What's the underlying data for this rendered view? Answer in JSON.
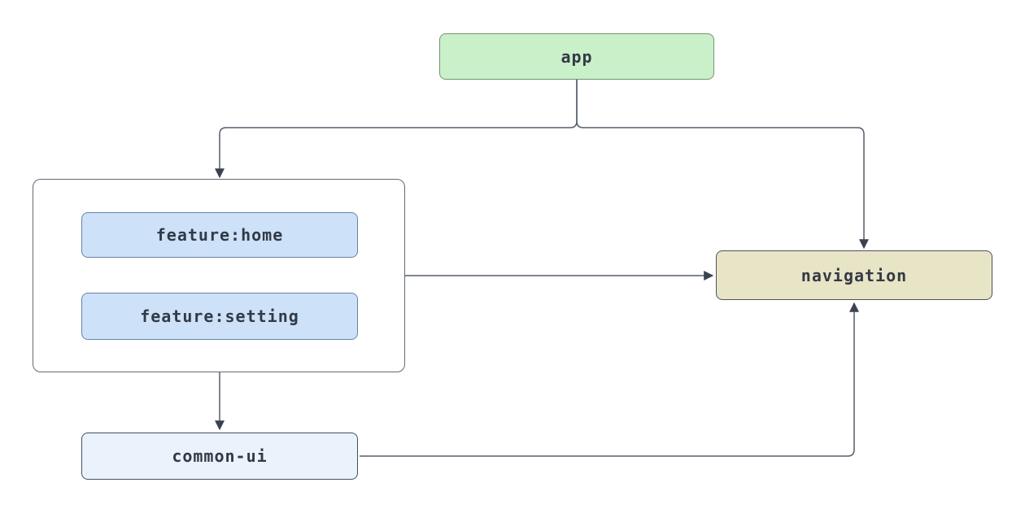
{
  "diagram": {
    "type": "dependency-graph",
    "background": "#ffffff",
    "text_color": "#333a45",
    "edge_color": "#555e6a",
    "arrow_color": "#3a4250",
    "nodes": {
      "app": {
        "label": "app",
        "fill": "#c9f0c9",
        "border": "#74936f"
      },
      "feature_home": {
        "label": "feature:home",
        "fill": "#cde1f9",
        "border": "#6883a3"
      },
      "feature_setting": {
        "label": "feature:setting",
        "fill": "#cde1f9",
        "border": "#6883a3"
      },
      "navigation": {
        "label": "navigation",
        "fill": "#e8e4c6",
        "border": "#4d535e"
      },
      "common_ui": {
        "label": "common-ui",
        "fill": "#eaf2fc",
        "border": "#454f5e"
      },
      "features_group": {
        "label": "",
        "fill": "#ffffff",
        "border": "#636a75"
      }
    },
    "edges": [
      {
        "from": "app",
        "to": "features-group"
      },
      {
        "from": "app",
        "to": "navigation"
      },
      {
        "from": "features-group",
        "to": "navigation"
      },
      {
        "from": "features-group",
        "to": "common-ui"
      },
      {
        "from": "common-ui",
        "to": "navigation"
      }
    ]
  }
}
